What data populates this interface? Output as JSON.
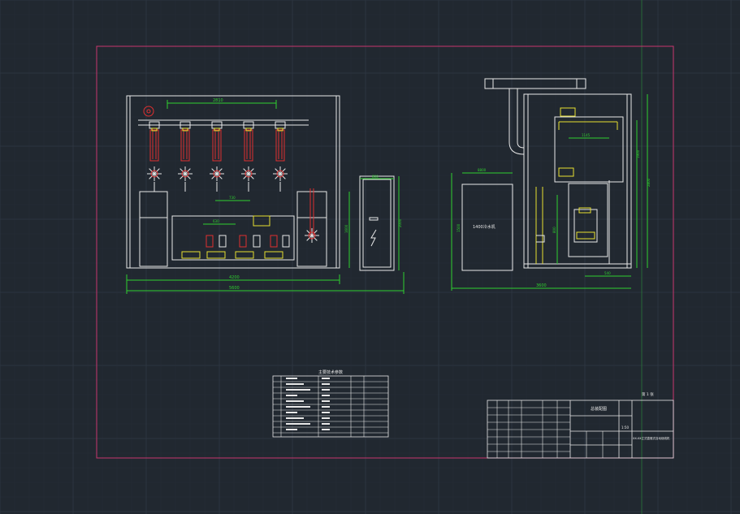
{
  "drawing": {
    "background": "#212830",
    "grid_major": "#2f3944",
    "grid_minor": "#262d36",
    "frame_color": "#c8366e",
    "line_white": "#e8e8e8",
    "line_green": "#2fd02f",
    "line_red": "#e03030",
    "line_yellow": "#e8e030",
    "line_cyan": "#30d0e0"
  },
  "front_view": {
    "dim_top": "2810",
    "dim_mid": "730",
    "dim_inner": "630",
    "dim_height": "1600",
    "dim_overall_1": "4200",
    "dim_overall_2": "5600"
  },
  "control_cabinet": {
    "dim_top": "800",
    "dim_height": "2000"
  },
  "side_view": {
    "tank_label": "1400冷水机",
    "dim_tank_top": "8800",
    "dim_tank_height": "1500",
    "dim_inner_top": "1145",
    "dim_inner_h": "800",
    "dim_height_1": "1900",
    "dim_height_2": "2800",
    "dim_bottom": "540",
    "dim_overall": "3600"
  },
  "parts_table": {
    "title": "主要技术参数"
  },
  "title_block": {
    "sheet": "第 1 张",
    "name": "总装配图",
    "scale": "1:50",
    "drawing_no": "XX-XX立式直驱式自动绕线机"
  }
}
